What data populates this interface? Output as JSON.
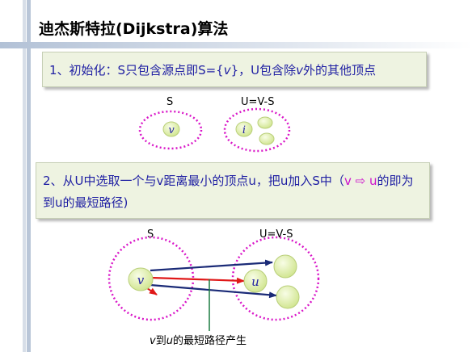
{
  "title": "迪杰斯特拉(Dijkstra)算法",
  "step1": {
    "prefix": "1、初始化：S只包含源点即S={",
    "v": "v",
    "middle": "}，U包含除",
    "v2": "v",
    "suffix": "外的其他顶点"
  },
  "diagram1": {
    "set_s_label": "S",
    "set_u_label": "U=V-S",
    "node_v": "v",
    "node_i": "i"
  },
  "step2": {
    "prefix": "2、从U中选取一个与v距离最小的顶点u，把u加入S中（",
    "v": "v",
    "arrow": "⇨",
    "u": "u",
    "suffix": "的即为到u的最短路径)"
  },
  "diagram2": {
    "set_s_label": "S",
    "set_u_label": "U=V-S",
    "node_v": "v",
    "node_u": "u",
    "caption_v": "v",
    "caption_mid": "到",
    "caption_u": "u",
    "caption_end": "的最短路径产生"
  },
  "colors": {
    "set_border": "#d916c8",
    "node_fill": "#dff0a8",
    "arrow_blue": "#1a2a77",
    "arrow_red": "#e01818",
    "pointer_green": "#1a7a40",
    "text_blue": "#1f1fa3"
  }
}
